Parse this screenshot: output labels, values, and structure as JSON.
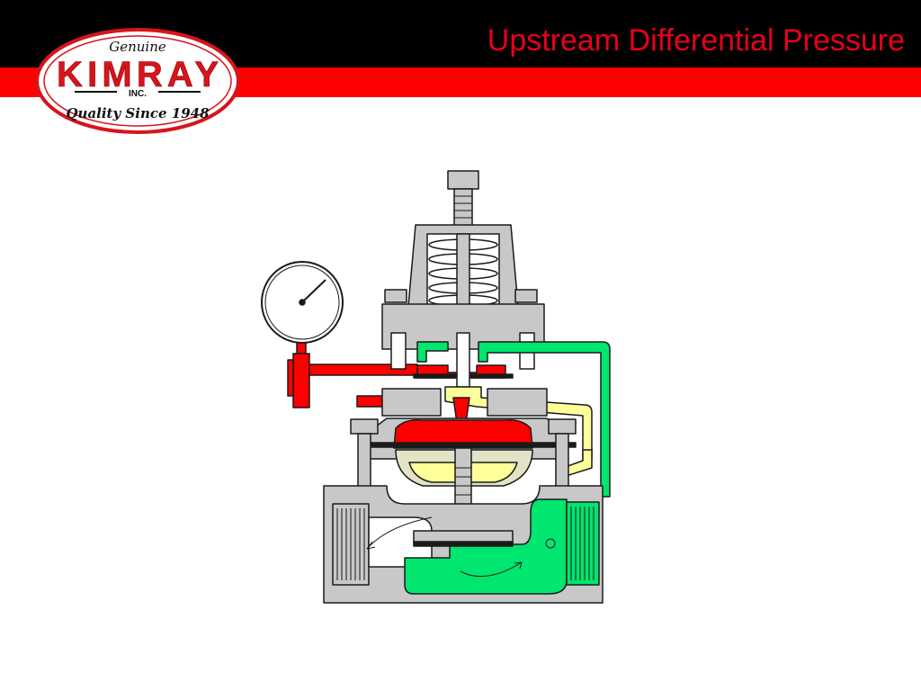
{
  "slide": {
    "title": "Upstream Differential Pressure"
  },
  "logo": {
    "tagline_top": "Genuine",
    "brand": "KIMRAY",
    "inc": "INC.",
    "tagline_bottom": "Quality Since 1948",
    "colors": {
      "red": "#d7141c",
      "white": "#ffffff"
    }
  },
  "diagram": {
    "colors": {
      "body": "#c8c8c8",
      "outline": "#1a1a1a",
      "upstream_pressure": "#ff0000",
      "downstream_flow": "#00e66e",
      "sense_line": "#ffff99",
      "spring_chamber": "#e3e3c8"
    },
    "icons": [
      "pressure-gauge-icon",
      "valve-cross-section-icon",
      "spring-icon",
      "flow-arrow-icon"
    ]
  }
}
